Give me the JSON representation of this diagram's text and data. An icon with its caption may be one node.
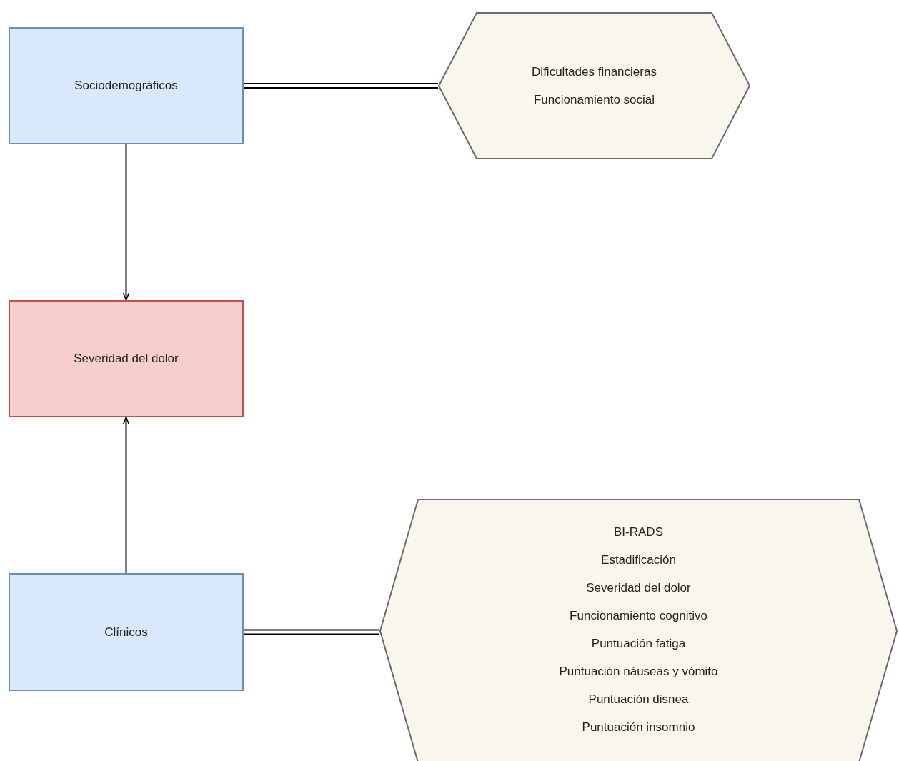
{
  "diagram": {
    "nodes": [
      {
        "text": [
          "Sociodemográficos"
        ]
      },
      {
        "text": [
          "Dificultades financieras",
          "Funcionamiento social"
        ]
      },
      {
        "text": [
          "Severidad del dolor"
        ]
      },
      {
        "text": [
          "Clínicos"
        ]
      },
      {
        "text": [
          "BI-RADS",
          "Estadificación",
          "Severidad del dolor",
          "Funcionamiento cognitivo",
          "Puntuación fatiga",
          "Puntuación náuseas y vómito",
          "Puntuación disnea",
          "Puntuación insomnio"
        ]
      }
    ],
    "edges": [
      {
        "from": 0,
        "to": 1,
        "arrow": "none"
      },
      {
        "from": 0,
        "to": 2,
        "arrow": "to"
      },
      {
        "from": 3,
        "to": 2,
        "arrow": "to"
      },
      {
        "from": 3,
        "to": 4,
        "arrow": "none"
      }
    ]
  }
}
